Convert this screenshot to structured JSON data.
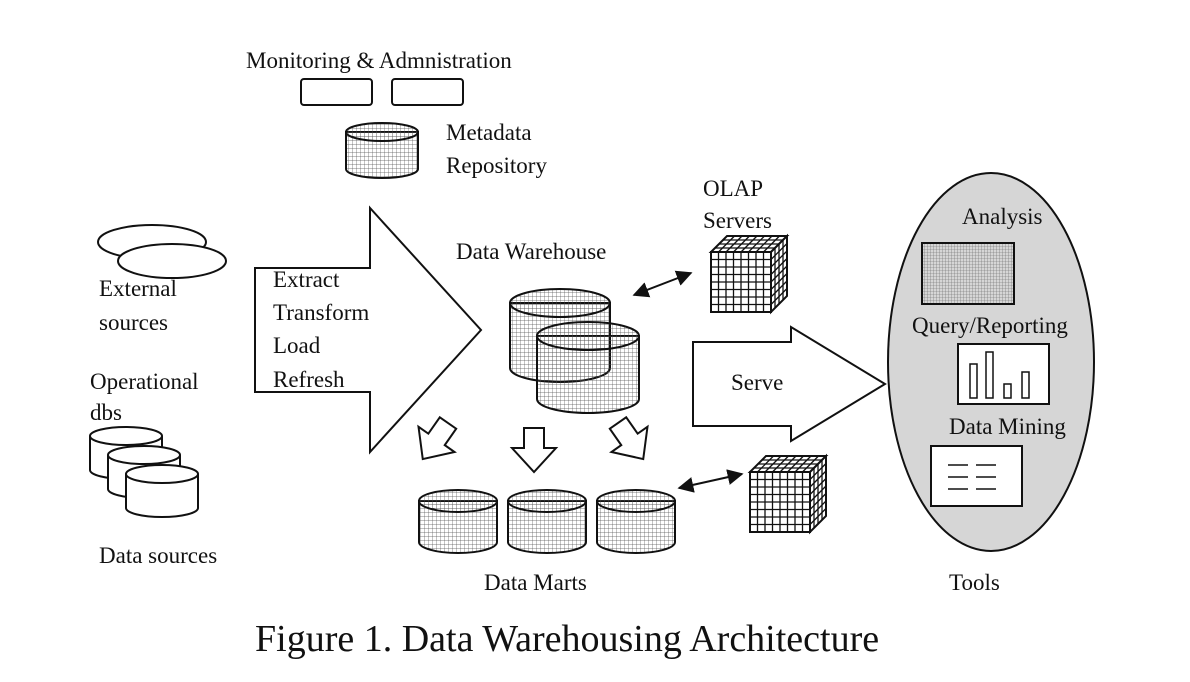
{
  "labels": {
    "monitoring": "Monitoring & Admnistration",
    "metadata_line1": "Metadata",
    "metadata_line2": "Repository",
    "external_line1": "External",
    "external_line2": "sources",
    "operational_line1": "Operational",
    "operational_line2": "dbs",
    "data_sources": "Data sources",
    "etl_extract": "Extract",
    "etl_transform": "Transform",
    "etl_load": "Load",
    "etl_refresh": "Refresh",
    "data_warehouse": "Data Warehouse",
    "olap_line1": "OLAP",
    "olap_line2": "Servers",
    "serve": "Serve",
    "data_marts": "Data Marts",
    "analysis": "Analysis",
    "query_reporting": "Query/Reporting",
    "data_mining": "Data Mining",
    "tools": "Tools"
  },
  "caption": "Figure 1. Data Warehousing Architecture",
  "colors": {
    "ink": "#111111",
    "tools_fill": "#d6d6d6",
    "hatch": "#555555"
  }
}
